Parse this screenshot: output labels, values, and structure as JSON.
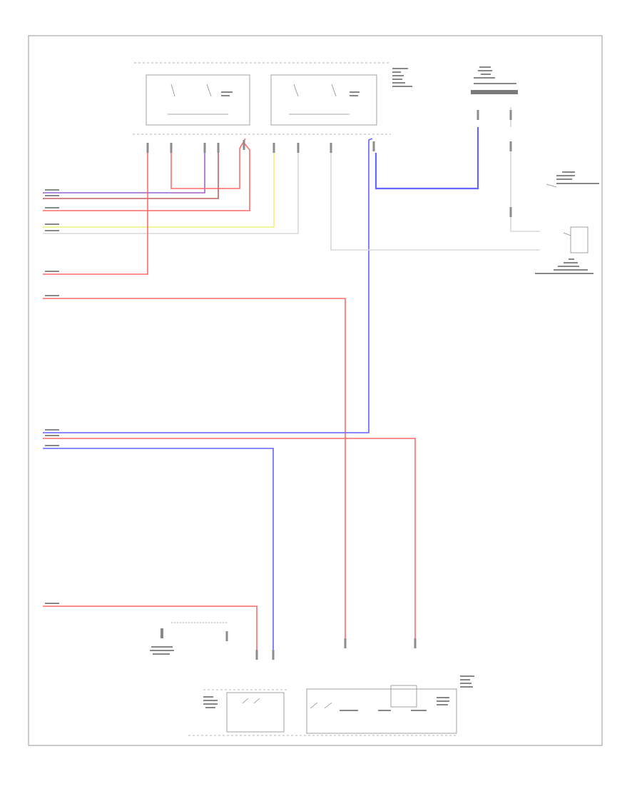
{
  "page": {
    "footer_code": ""
  },
  "colors": {
    "red": "#ff6a6a",
    "blue": "#6464ff",
    "purple": "#9c63d0",
    "brown": "#c06060",
    "yellow": "#f3f07a",
    "green": "#7ad07a",
    "gray": "#d9d9d9"
  },
  "components": {
    "top_relay_block": "",
    "top_right_module": "",
    "right_switch_upper": "",
    "right_switch_lower": "",
    "bottom_left_switch": "",
    "bottom_left_lamp": "",
    "bottom_right_module": ""
  },
  "wires": [
    {
      "id": "w1",
      "color": "purple",
      "label": ""
    },
    {
      "id": "w2",
      "color": "brown",
      "label": ""
    },
    {
      "id": "w3",
      "color": "red",
      "label": ""
    },
    {
      "id": "w4",
      "color": "yellow",
      "label": ""
    },
    {
      "id": "w5",
      "color": "gray",
      "label": ""
    },
    {
      "id": "w6",
      "color": "red",
      "label": ""
    },
    {
      "id": "w7",
      "color": "red",
      "label": ""
    },
    {
      "id": "w8",
      "color": "blue",
      "label": ""
    },
    {
      "id": "w9",
      "color": "red",
      "label": ""
    },
    {
      "id": "w10",
      "color": "blue",
      "label": ""
    },
    {
      "id": "w11",
      "color": "red",
      "label": ""
    }
  ]
}
